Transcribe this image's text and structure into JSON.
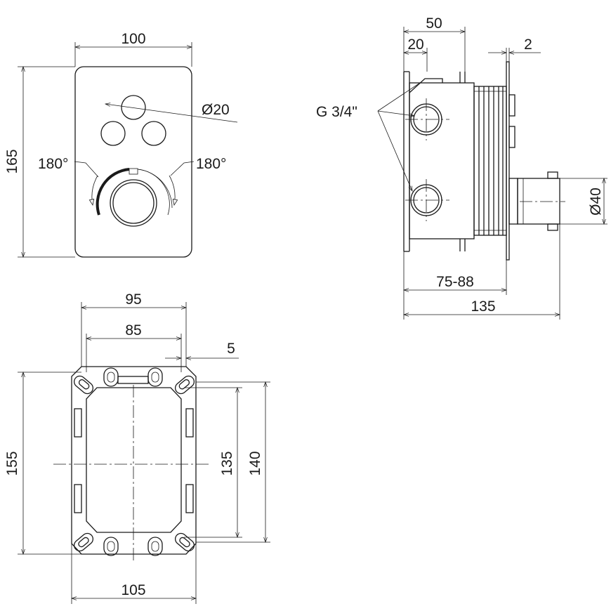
{
  "front_view": {
    "width_label": "100",
    "height_label": "165",
    "button_diameter_label": "Ø20",
    "rotation_left_label": "180°",
    "rotation_right_label": "180°"
  },
  "side_view": {
    "depth_label": "50",
    "offset_label": "20",
    "plate_label": "2",
    "thread_label": "G 3/4\"",
    "spindle_diameter_label": "Ø40",
    "adjust_range_label": "75-88",
    "total_depth_label": "135"
  },
  "box_view": {
    "outer_width_label": "95",
    "inner_width_label": "85",
    "wall_label": "5",
    "total_width_label": "105",
    "total_height_label": "155",
    "inner_height_label": "135",
    "outer_height_label": "140"
  }
}
